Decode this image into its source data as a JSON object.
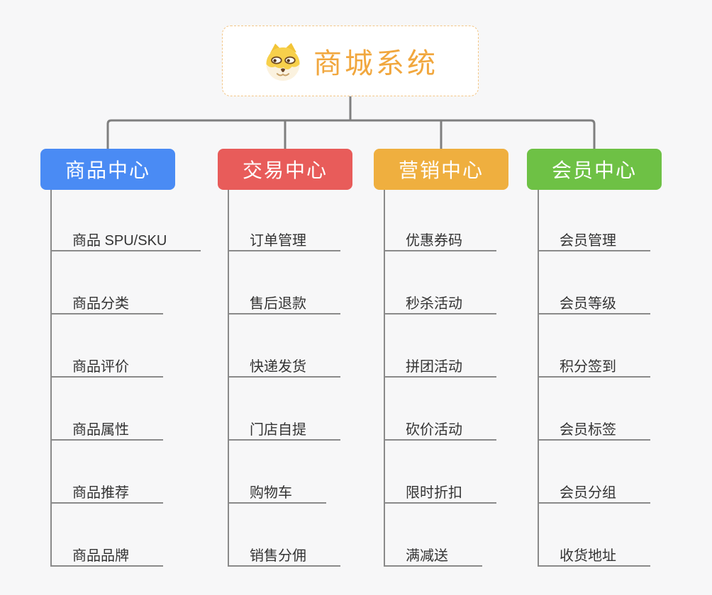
{
  "canvas": {
    "background": "#f7f7f8"
  },
  "root": {
    "label": "商城系统",
    "icon": "doge-face-icon",
    "text_color": "#f1a73e",
    "border_color": "#f3c687",
    "background": "#ffffff"
  },
  "branches": [
    {
      "label": "商品中心",
      "color": "#4a8bf4",
      "items": [
        "商品 SPU/SKU",
        "商品分类",
        "商品评价",
        "商品属性",
        "商品推荐",
        "商品品牌"
      ]
    },
    {
      "label": "交易中心",
      "color": "#e85c5a",
      "items": [
        "订单管理",
        "售后退款",
        "快递发货",
        "门店自提",
        "购物车",
        "销售分佣"
      ]
    },
    {
      "label": "营销中心",
      "color": "#efaf3f",
      "items": [
        "优惠券码",
        "秒杀活动",
        "拼团活动",
        "砍价活动",
        "限时折扣",
        "满减送"
      ]
    },
    {
      "label": "会员中心",
      "color": "#6ec145",
      "items": [
        "会员管理",
        "会员等级",
        "积分签到",
        "会员标签",
        "会员分组",
        "收货地址"
      ]
    }
  ],
  "connector_color": "#7f7f7f",
  "leaf_line_color": "#8a8a8a",
  "leaf_text_color": "#333333"
}
